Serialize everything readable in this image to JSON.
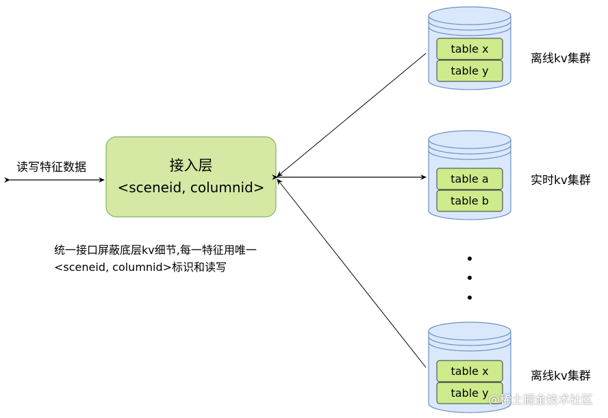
{
  "left_label": "读写特征数据",
  "access_layer": {
    "title": "接入层",
    "subtitle": "<sceneid, columnid>"
  },
  "annotation": {
    "line1": "统一接口屏蔽底层kv细节,每一特征用唯一",
    "line2": "<sceneid, columnid>标识和读写"
  },
  "clusters": [
    {
      "label": "离线kv集群",
      "tables": [
        "table x",
        "table y"
      ]
    },
    {
      "label": "实时kv集群",
      "tables": [
        "table a",
        "table b"
      ]
    },
    {
      "label": "离线kv集群",
      "tables": [
        "table x",
        "table y"
      ]
    }
  ],
  "watermark": "@稀土掘金技术社区",
  "colors": {
    "access_fill": "#d5e8a4",
    "access_stroke": "#82b366",
    "db_fill": "#dae8fc",
    "db_stroke": "#6c8ebf",
    "table_fill": "#cdeb8b",
    "table_stroke": "#36393d"
  }
}
